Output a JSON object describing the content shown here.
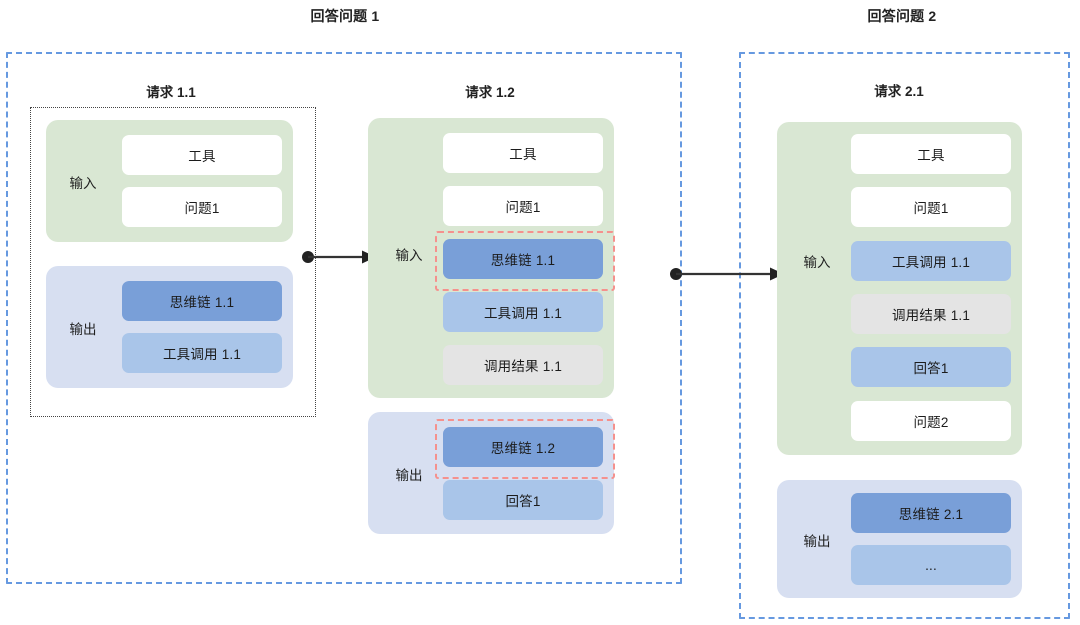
{
  "diagram": {
    "title_alt": "Agent multi-turn reasoning and tool-calling flow",
    "colors": {
      "phase_frame": "#6699e0",
      "request_frame": "#444444",
      "input_block": "#d9e7d3",
      "output_block": "#d7dff1",
      "chip_white": "#ffffff",
      "chip_dark_blue": "#799fd8",
      "chip_mid_blue": "#a9c5e9",
      "chip_grey": "#e4e4e4",
      "emphasis": "#f5918d",
      "arrow": "#333333"
    }
  },
  "phases": [
    {
      "id": "phase1",
      "title": "回答问题 1"
    },
    {
      "id": "phase2",
      "title": "回答问题 2"
    }
  ],
  "requests": [
    {
      "id": "req11",
      "title": "请求 1.1",
      "input": {
        "label": "输入",
        "items": [
          {
            "text": "工具",
            "style": "white"
          },
          {
            "text": "问题1",
            "style": "white"
          }
        ]
      },
      "output": {
        "label": "输出",
        "items": [
          {
            "text": "思维链 1.1",
            "style": "dblue"
          },
          {
            "text": "工具调用 1.1",
            "style": "mblue"
          }
        ]
      }
    },
    {
      "id": "req12",
      "title": "请求 1.2",
      "input": {
        "label": "输入",
        "items": [
          {
            "text": "工具",
            "style": "white"
          },
          {
            "text": "问题1",
            "style": "white"
          },
          {
            "text": "思维链 1.1",
            "style": "dblue",
            "emphasis": true
          },
          {
            "text": "工具调用 1.1",
            "style": "mblue"
          },
          {
            "text": "调用结果 1.1",
            "style": "grey"
          }
        ]
      },
      "output": {
        "label": "输出",
        "items": [
          {
            "text": "思维链 1.2",
            "style": "dblue",
            "emphasis": true
          },
          {
            "text": "回答1",
            "style": "mblue"
          }
        ]
      }
    },
    {
      "id": "req21",
      "title": "请求 2.1",
      "input": {
        "label": "输入",
        "items": [
          {
            "text": "工具",
            "style": "white"
          },
          {
            "text": "问题1",
            "style": "white"
          },
          {
            "text": "工具调用 1.1",
            "style": "mblue"
          },
          {
            "text": "调用结果 1.1",
            "style": "grey"
          },
          {
            "text": "回答1",
            "style": "mblue"
          },
          {
            "text": "问题2",
            "style": "white"
          }
        ]
      },
      "output": {
        "label": "输出",
        "items": [
          {
            "text": "思维链 2.1",
            "style": "dblue"
          },
          {
            "text": "...",
            "style": "mblue"
          }
        ]
      }
    }
  ],
  "arrows": [
    {
      "id": "arrow-req11-to-req12",
      "from": "请求 1.1",
      "to": "请求 1.2"
    },
    {
      "id": "arrow-phase1-to-phase2",
      "from": "回答问题 1",
      "to": "请求 2.1"
    }
  ]
}
